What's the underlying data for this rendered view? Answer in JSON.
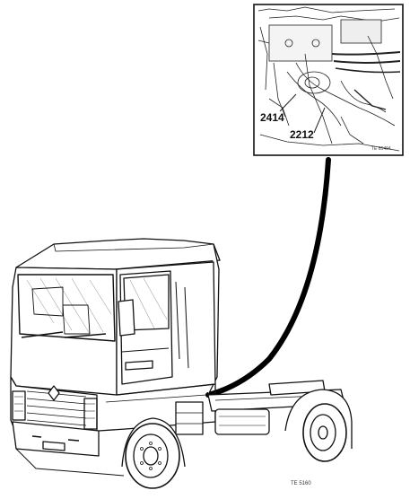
{
  "inset": {
    "labels": {
      "part_2414": "2414",
      "part_2212": "2212",
      "ref_code": "TE 65494"
    }
  },
  "main": {
    "ref_code": "TE 5160"
  }
}
